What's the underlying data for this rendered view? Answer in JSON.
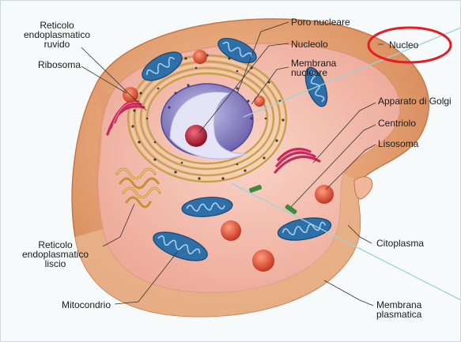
{
  "labels": {
    "reticolo_ruvido": "Reticolo\nendoplasmatico\nruvido",
    "ribosoma": "Ribosoma",
    "poro_nucleare": "Poro nucleare",
    "nucleolo": "Nucleolo",
    "membrana_nucleare": "Membrana\nnucleare",
    "nucleo": "Nucleo",
    "apparato_golgi": "Apparato di Golgi",
    "centriolo": "Centriolo",
    "lisosoma": "Lisosoma",
    "reticolo_liscio": "Reticolo\nendoplasmatico\nliscio",
    "citoplasma": "Citoplasma",
    "mitocondrio": "Mitocondrio",
    "membrana_plasmatica": "Membrana\nplasmatica"
  },
  "colors": {
    "cell_outer": "#e6a57a",
    "cell_inner": "#f2b9a8",
    "cytoplasm": "#f6c3b5",
    "nucleus": "#8f86c7",
    "nucleolus": "#c0253f",
    "mitochondria": "#2f6fa8",
    "golgi": "#c8285a",
    "lysosome": "#d9493a",
    "er_rough": "#e7c77d",
    "highlight_circle": "#e51c23",
    "pointer_line": "#9dd3d8"
  }
}
